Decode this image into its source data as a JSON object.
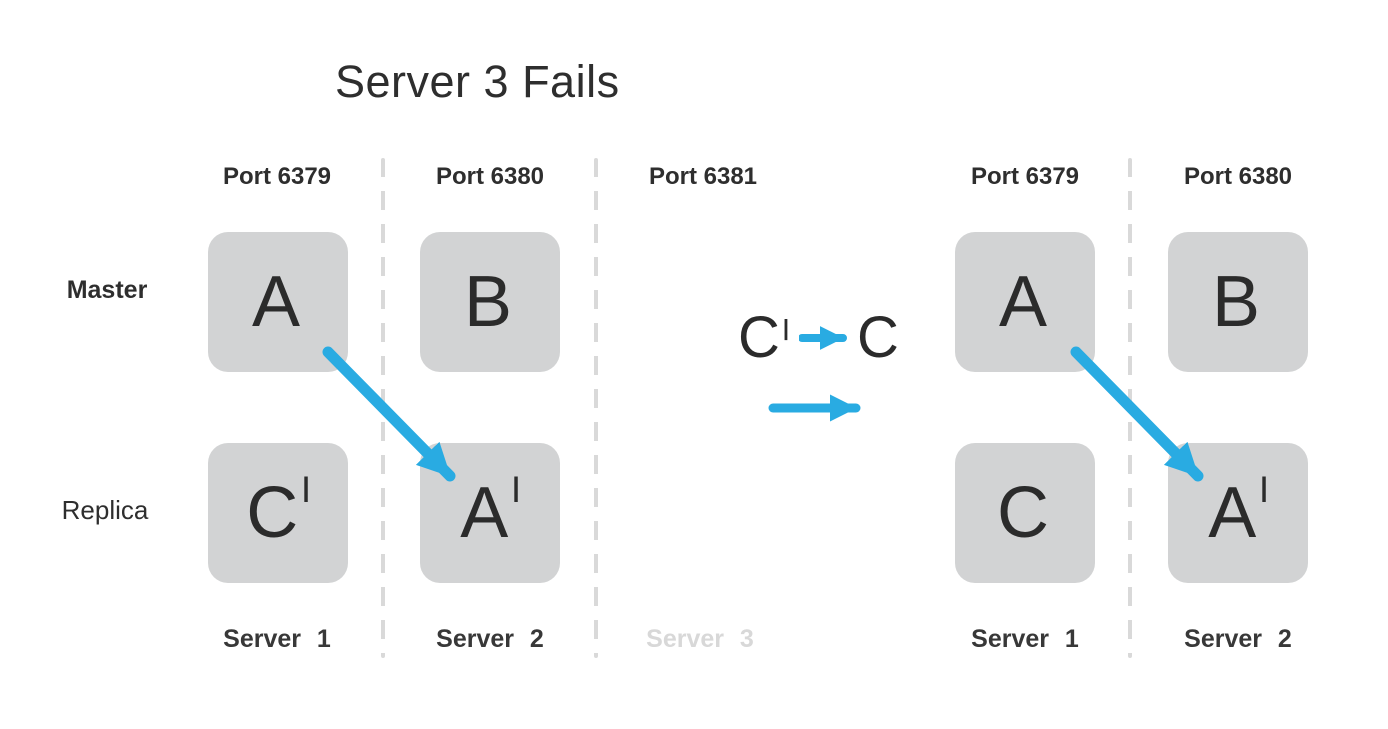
{
  "title": "Server 3 Fails",
  "colors": {
    "accent_blue": "#29ABE2",
    "box_gray": "#D2D3D4",
    "dash_gray": "#D9D9D9",
    "text_dark": "#2E2E2E",
    "failed_server_gray": "#D8D8D8"
  },
  "left_cluster": {
    "ports": [
      "Port 6379",
      "Port 6380",
      "Port 6381"
    ],
    "master_label": "Master",
    "replica_label": "Replica",
    "boxes": {
      "master": [
        {
          "letter": "A",
          "prime": ""
        },
        {
          "letter": "B",
          "prime": ""
        }
      ],
      "replica": [
        {
          "letter": "C",
          "prime": "|"
        },
        {
          "letter": "A",
          "prime": "|"
        }
      ]
    },
    "servers": [
      "Server 1",
      "Server 2",
      "Server 3"
    ],
    "failed_server": "Server 3"
  },
  "transition": {
    "from_letter": "C",
    "from_prime": "|",
    "to_letter": "C"
  },
  "right_cluster": {
    "ports": [
      "Port 6379",
      "Port 6380"
    ],
    "boxes": {
      "master": [
        {
          "letter": "A",
          "prime": ""
        },
        {
          "letter": "B",
          "prime": ""
        }
      ],
      "replica": [
        {
          "letter": "C",
          "prime": ""
        },
        {
          "letter": "A",
          "prime": "|"
        }
      ]
    },
    "servers": [
      "Server 1",
      "Server 2"
    ]
  }
}
